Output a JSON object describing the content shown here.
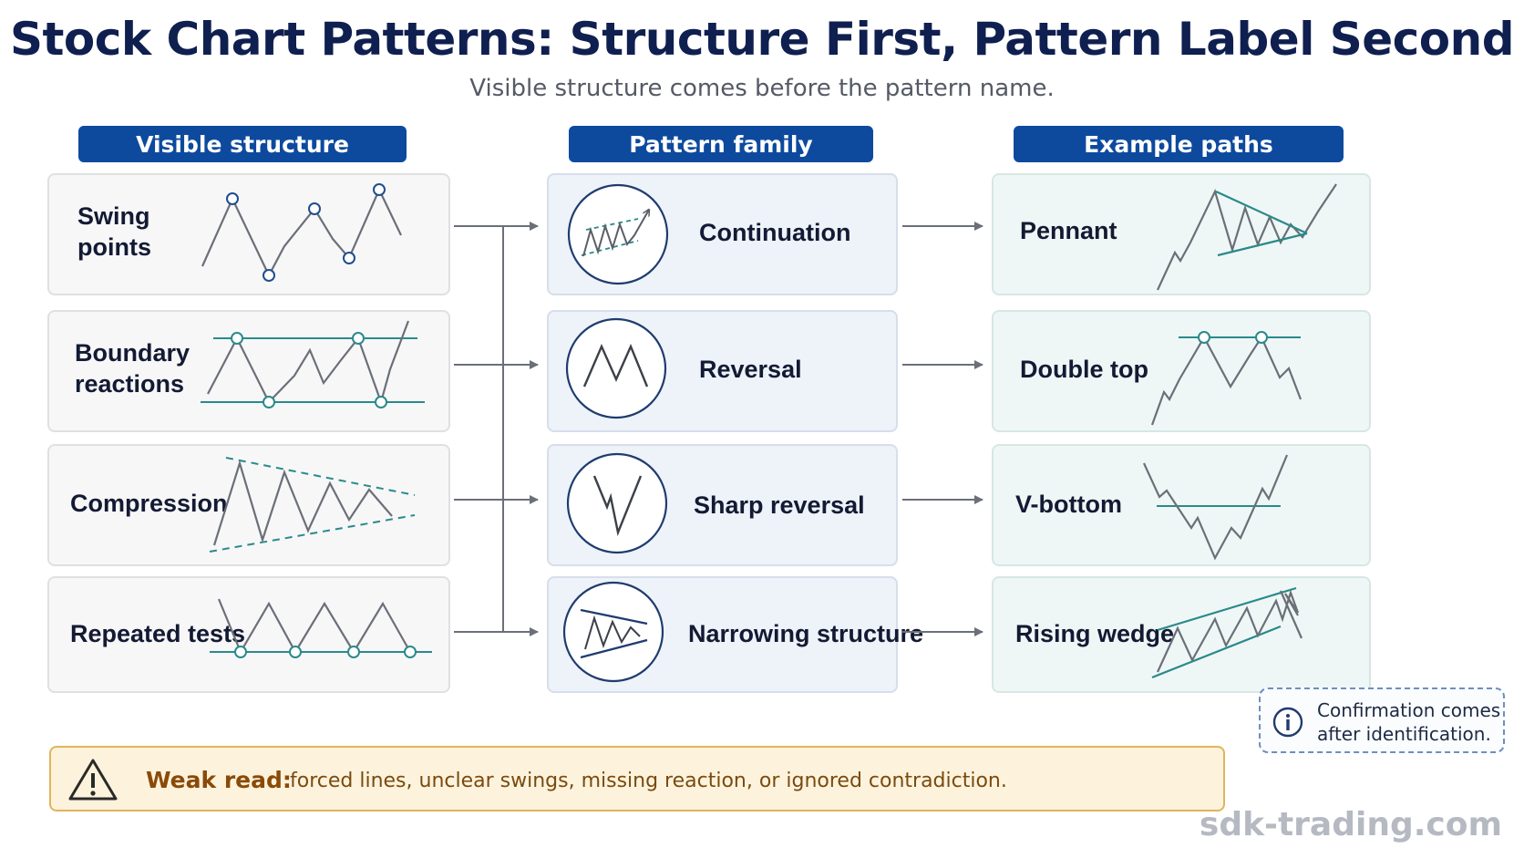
{
  "title": "Stock Chart Patterns: Structure First, Pattern Label Second",
  "subtitle": "Visible structure comes before the pattern name.",
  "columns": {
    "structure": "Visible structure",
    "family": "Pattern family",
    "examples": "Example paths"
  },
  "structure": {
    "swing_line1": "Swing",
    "swing_line2": "points",
    "boundary_line1": "Boundary",
    "boundary_line2": "reactions",
    "compression": "Compression",
    "repeated": "Repeated tests"
  },
  "family": {
    "continuation": "Continuation",
    "reversal": "Reversal",
    "sharp": "Sharp reversal",
    "narrowing": "Narrowing structure"
  },
  "examples": {
    "pennant": "Pennant",
    "double_top": "Double top",
    "v_bottom": "V-bottom",
    "rising_wedge": "Rising wedge"
  },
  "note": {
    "line1": "Confirmation comes",
    "line2": "after identification."
  },
  "warning": {
    "label": "Weak read:",
    "text": "forced lines, unclear swings, missing reaction, or ignored contradiction."
  },
  "brand": "sdk-trading.com",
  "colors": {
    "navy": "#0d4a9e",
    "title": "#0f1f4f",
    "teal": "#2a8a8a",
    "warning": "#e0b45c"
  },
  "icons": [
    "info-icon",
    "warning-icon"
  ]
}
